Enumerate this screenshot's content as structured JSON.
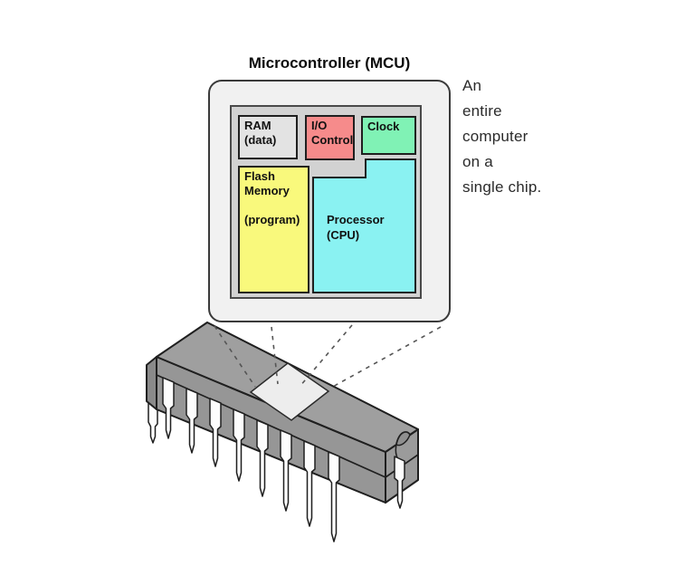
{
  "title": "Microcontroller (MCU)",
  "mcu_blocks": {
    "ram": {
      "lines": [
        "RAM",
        "(data)"
      ],
      "color": "#e3e3e3"
    },
    "io": {
      "lines": [
        "I/O",
        "Control"
      ],
      "color": "#f68b8b"
    },
    "clock": {
      "lines": [
        "Clock"
      ],
      "color": "#80f2b5"
    },
    "flash": {
      "lines": [
        "Flash",
        "Memory",
        "",
        "(program)"
      ],
      "color": "#f9f97c"
    },
    "cpu": {
      "lines": [
        "Processor",
        "(CPU)"
      ],
      "color": "#8af2f2"
    }
  },
  "caption": {
    "lines": [
      "An",
      "entire",
      "computer",
      "on a",
      "single chip."
    ]
  },
  "chip": {
    "front_pin_count": 8,
    "colors": {
      "body": "#9a9a9a",
      "die": "#ededed",
      "pins": "#fdfdfd"
    }
  },
  "colors": {
    "page_bg": "#ffffff",
    "outer_box_bg": "#f1f1f1",
    "inner_box_bg": "#d2d2d2",
    "block_border": "#1f1f1f",
    "dashed_line": "#555555"
  }
}
